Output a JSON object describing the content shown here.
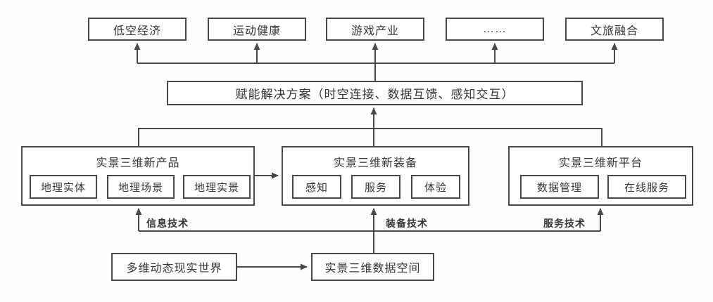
{
  "diagram": {
    "top_boxes": [
      {
        "label": "低空经济"
      },
      {
        "label": "运动健康"
      },
      {
        "label": "游戏产业"
      },
      {
        "label": "……"
      },
      {
        "label": "文旅融合"
      }
    ],
    "solution_box": {
      "label": "赋能解决方案（时空连接、数据互馈、感知交互）"
    },
    "groups": [
      {
        "title": "实景三维新产品",
        "items": [
          "地理实体",
          "地理场景",
          "地理实景"
        ]
      },
      {
        "title": "实景三维新装备",
        "items": [
          "感知",
          "服务",
          "体验"
        ]
      },
      {
        "title": "实景三维新平台",
        "items": [
          "数据管理",
          "在线服务"
        ]
      }
    ],
    "tech_labels": [
      "信息技术",
      "装备技术",
      "服务技术"
    ],
    "bottom_boxes": [
      {
        "label": "多维动态现实世界"
      },
      {
        "label": "实景三维数据空间"
      }
    ],
    "colors": {
      "line": "#45484c",
      "text": "#333639",
      "background": "#fdfdfd"
    }
  }
}
